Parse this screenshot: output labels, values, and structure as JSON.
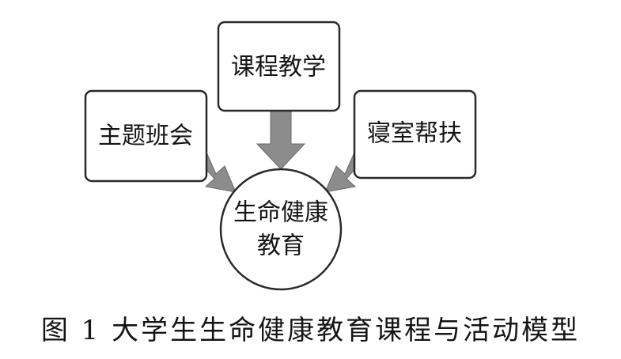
{
  "nodes": {
    "top": {
      "label": "课程教学"
    },
    "left": {
      "label": "主题班会"
    },
    "right": {
      "label": "寝室帮扶"
    },
    "center": {
      "line1": "生命健康",
      "line2": "教育"
    }
  },
  "caption": "图 1 大学生生命健康教育课程与活动模型",
  "colors": {
    "border": "#2a2a2a",
    "arrow_fill": "#8c8c8c",
    "arrow_stroke": "#6a6a6a",
    "text": "#151515",
    "background": "#ffffff"
  }
}
